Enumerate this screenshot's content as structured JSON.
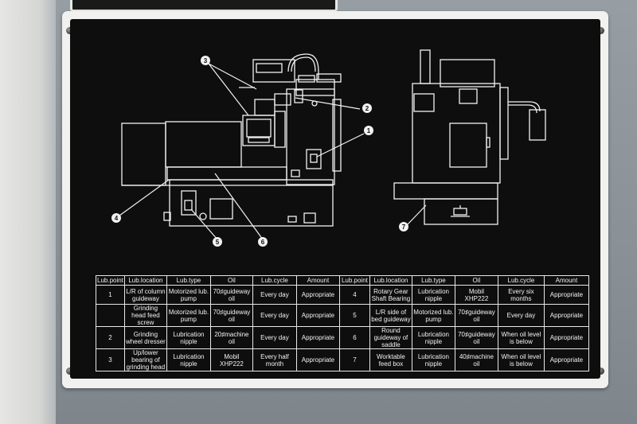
{
  "callouts": [
    "1",
    "2",
    "3",
    "4",
    "5",
    "6",
    "7"
  ],
  "table": {
    "headers": [
      "Lub.point",
      "Lub.location",
      "Lub.type",
      "Oil",
      "Lub.cycle",
      "Amount",
      "Lub.point",
      "Lub.location",
      "Lub.type",
      "Oil",
      "Lub.cycle",
      "Amount"
    ],
    "rows": [
      [
        "1",
        "L/R of column guideway",
        "Motorized lub. pump",
        "70♯guideway oil",
        "Every day",
        "Appropriate",
        "4",
        "Rotary Gear Shaft Bearing",
        "Lubrication nipple",
        "Mobil XHP222",
        "Every six months",
        "Appropriate"
      ],
      [
        "",
        "Grinding head feed screw",
        "Motorized lub. pump",
        "70♯guideway oil",
        "Every day",
        "Appropriate",
        "5",
        "L/R side of bed guideway",
        "Motorized lub. pump",
        "70♯guideway oil",
        "Every day",
        "Appropriate"
      ],
      [
        "2",
        "Grinding wheel dresser",
        "Lubrication nipple",
        "20♯machine oil",
        "Every day",
        "Appropriate",
        "6",
        "Round guideway of saddle",
        "Lubrication nipple",
        "70♯guideway oil",
        "When oil level is below",
        "Appropriate"
      ],
      [
        "3",
        "Up/lower bearing of grinding head",
        "Lubrication nipple",
        "Mobil XHP222",
        "Every half month",
        "Appropriate",
        "7",
        "Worktable feed box",
        "Lubrication nipple",
        "40♯machine oil",
        "When oil level is below",
        "Appropriate"
      ]
    ]
  }
}
